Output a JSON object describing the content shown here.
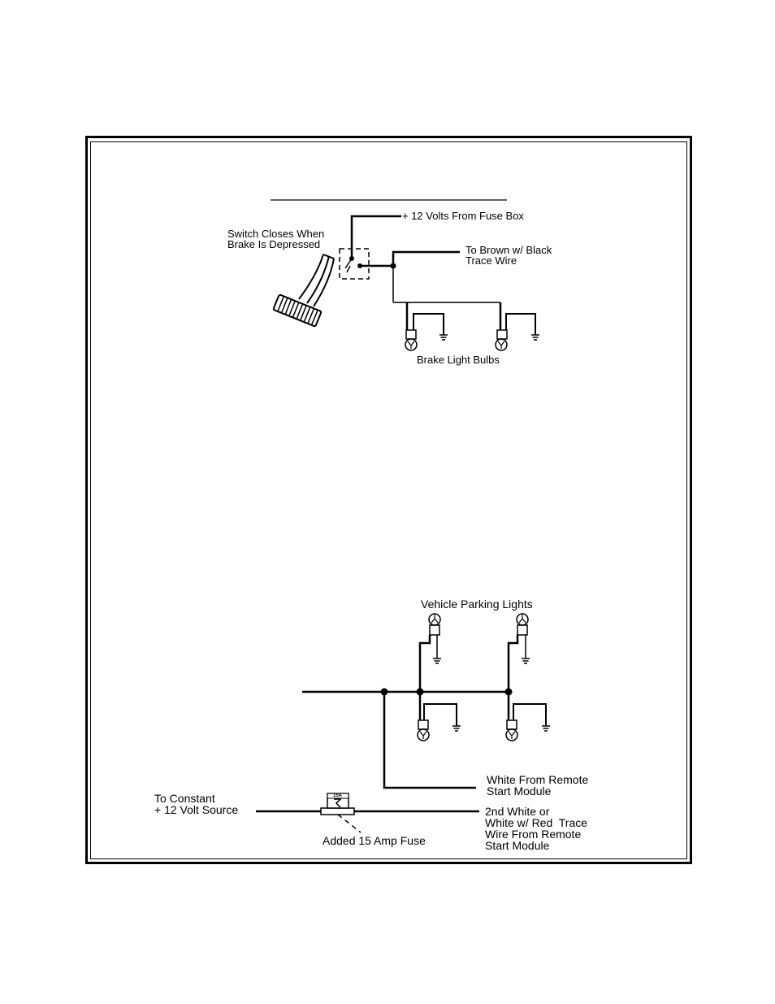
{
  "brake_circuit": {
    "power_label": "+ 12 Volts From Fuse Box",
    "switch_label_line1": "Switch Closes When",
    "switch_label_line2": "Brake Is Depressed",
    "output_label_line1": "To Brown w/ Black",
    "output_label_line2": "Trace Wire",
    "bulbs_label": "Brake Light Bulbs"
  },
  "parking_circuit": {
    "lights_label": "Vehicle Parking Lights",
    "white_wire_line1": "White From Remote",
    "white_wire_line2": "Start Module",
    "source_label_line1": "To Constant",
    "source_label_line2": "+ 12 Volt Source",
    "second_wire_line1": "2nd White or",
    "second_wire_line2": "White w/ Red  Trace",
    "second_wire_line3": "Wire From Remote",
    "second_wire_line4": "Start Module",
    "fuse_label": "Added 15 Amp Fuse",
    "fuse_rating": "15A"
  }
}
